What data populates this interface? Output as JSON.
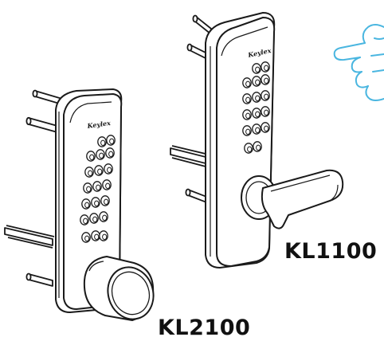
{
  "products": [
    {
      "model": "KL2100",
      "handle": "knob",
      "brand_mark": "Keylex"
    },
    {
      "model": "KL1100",
      "handle": "lever",
      "brand_mark": "Keylex"
    }
  ],
  "labels": {
    "kl1100": "KL1100",
    "kl2100": "KL2100"
  },
  "colors": {
    "line": "#1a1a1a",
    "hand_outline": "#4ab6e0",
    "background": "#ffffff"
  },
  "icons": {
    "pointer": "pointing-hand-icon"
  }
}
